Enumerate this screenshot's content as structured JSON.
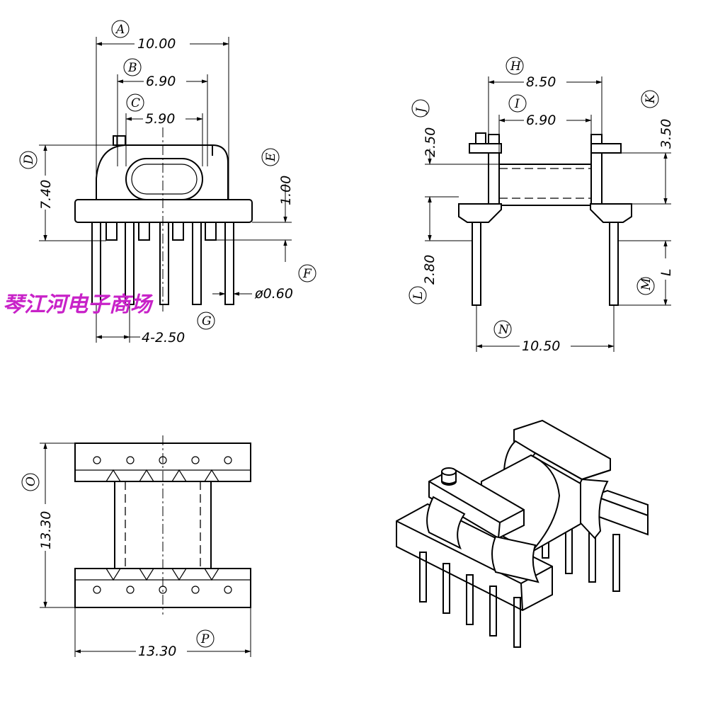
{
  "watermark": "琴江河电子商场",
  "front_view": {
    "dimensions": {
      "A": "10.00",
      "B": "6.90",
      "C": "5.90",
      "D": "7.40",
      "E": "1.00",
      "F": "ø0.60",
      "G": "4-2.50"
    },
    "labels": {
      "A": "A",
      "B": "B",
      "C": "C",
      "D": "D",
      "E": "E",
      "F": "F",
      "G": "G"
    }
  },
  "side_view": {
    "dimensions": {
      "H": "8.50",
      "I": "6.90",
      "J": "2.50",
      "K": "3.50",
      "L": "2.80",
      "M": "L",
      "N": "10.50"
    },
    "labels": {
      "H": "H",
      "I": "I",
      "J": "J",
      "K": "K",
      "L": "L",
      "M": "M",
      "N": "N"
    }
  },
  "bottom_view": {
    "dimensions": {
      "O": "13.30",
      "P": "13.30"
    },
    "labels": {
      "O": "O",
      "P": "P"
    }
  }
}
